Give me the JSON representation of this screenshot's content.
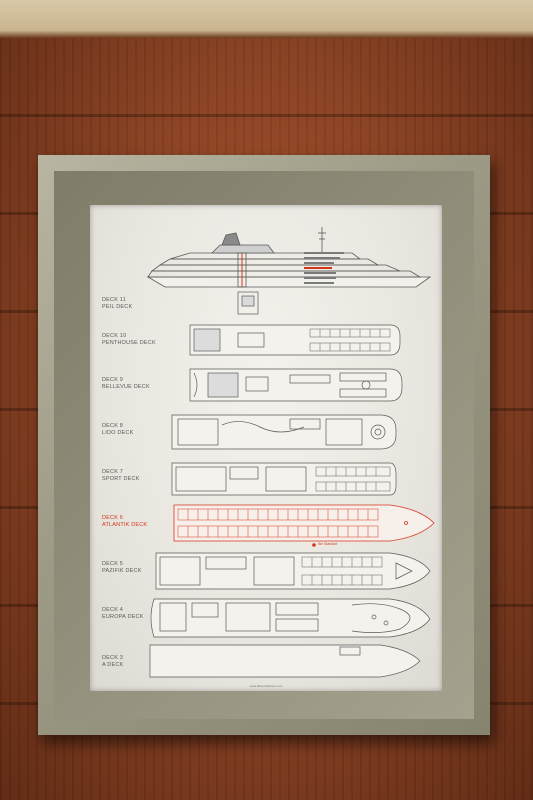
{
  "decks": [
    {
      "id": "deck11",
      "name": "DECK 11",
      "sub": "PEIL DECK",
      "highlight": false
    },
    {
      "id": "deck10",
      "name": "DECK 10",
      "sub": "PENTHOUSE DECK",
      "highlight": false
    },
    {
      "id": "deck9",
      "name": "DECK 9",
      "sub": "BELLEVUE DECK",
      "highlight": false
    },
    {
      "id": "deck8",
      "name": "DECK 8",
      "sub": "LIDO DECK",
      "highlight": false
    },
    {
      "id": "deck7",
      "name": "DECK 7",
      "sub": "SPORT DECK",
      "highlight": false
    },
    {
      "id": "deck6",
      "name": "DECK 6",
      "sub": "ATLANTIK DECK",
      "highlight": true
    },
    {
      "id": "deck5",
      "name": "DECK 5",
      "sub": "PAZIFIK DECK",
      "highlight": false
    },
    {
      "id": "deck4",
      "name": "DECK 4",
      "sub": "EUROPA DECK",
      "highlight": false
    },
    {
      "id": "deck3",
      "name": "DECK 3",
      "sub": "A DECK",
      "highlight": false
    }
  ],
  "marker": {
    "label": "Sie Standort"
  },
  "footer": {
    "url": "www.hlkreuzfahrten.com"
  },
  "colors": {
    "highlight": "#d4361c",
    "line": "#5a5a5a",
    "wall": "#8a4122",
    "frame": "#a4a28e"
  }
}
